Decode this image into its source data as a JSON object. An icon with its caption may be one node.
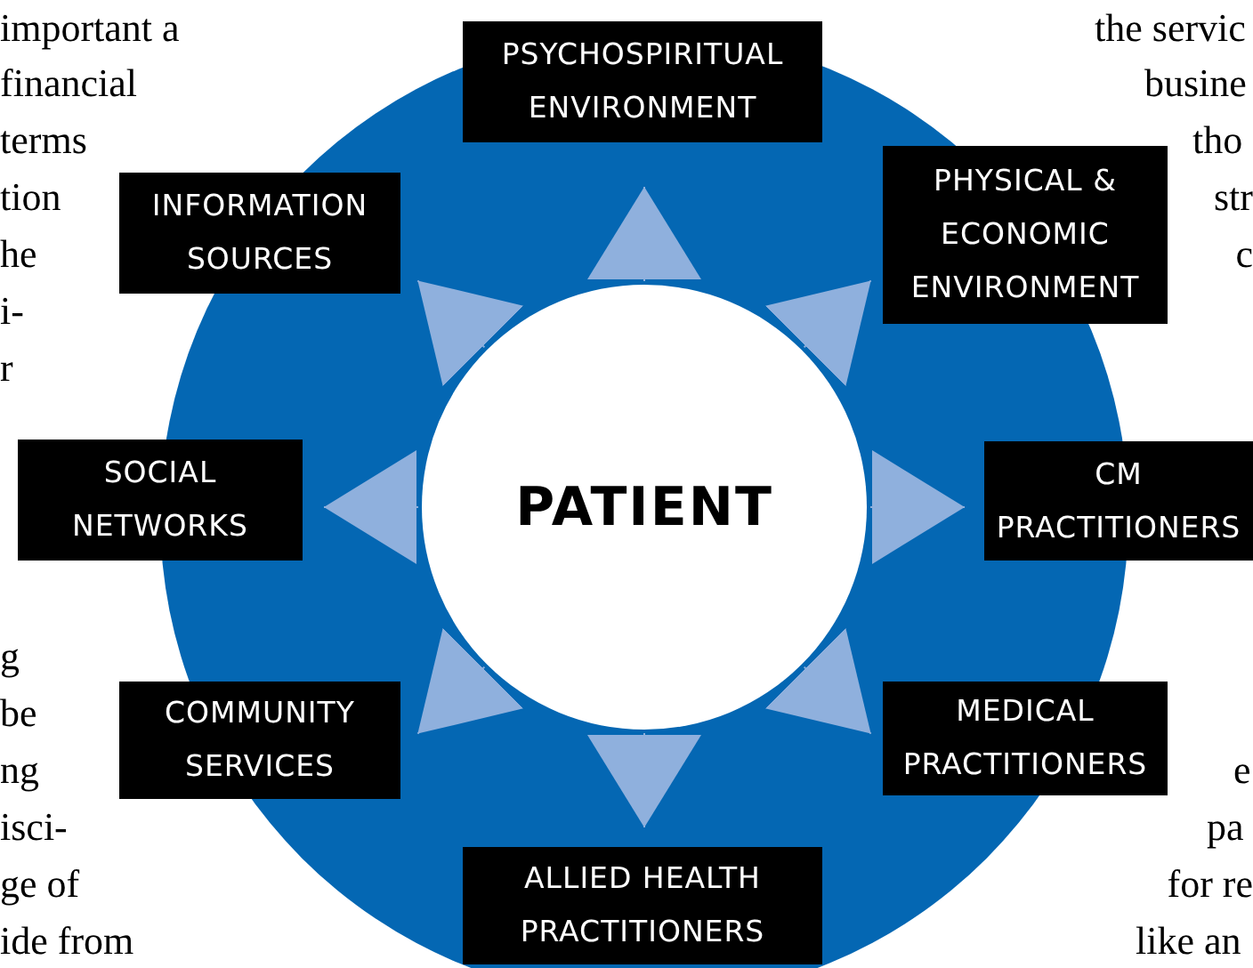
{
  "diagram": {
    "nodes": [
      {
        "text": [
          "PATIENT"
        ]
      },
      {
        "text": [
          "PSYCHOSPIRITUAL ENVIRONMENT"
        ]
      },
      {
        "text": [
          "PHYSICAL & ECONOMIC ENVIRONMENT"
        ]
      },
      {
        "text": [
          "CM PRACTITIONERS"
        ]
      },
      {
        "text": [
          "MEDICAL PRACTITIONERS"
        ]
      },
      {
        "text": [
          "ALLIED HEALTH PRACTITIONERS"
        ]
      },
      {
        "text": [
          "COMMUNITY SERVICES"
        ]
      },
      {
        "text": [
          "SOCIAL NETWORKS"
        ]
      },
      {
        "text": [
          "INFORMATION SOURCES"
        ]
      }
    ],
    "edges": [
      {
        "from": 0,
        "to": 1,
        "arrow": "to"
      },
      {
        "from": 0,
        "to": 2,
        "arrow": "to"
      },
      {
        "from": 0,
        "to": 3,
        "arrow": "to"
      },
      {
        "from": 0,
        "to": 4,
        "arrow": "to"
      },
      {
        "from": 0,
        "to": 5,
        "arrow": "to"
      },
      {
        "from": 0,
        "to": 6,
        "arrow": "to"
      },
      {
        "from": 0,
        "to": 7,
        "arrow": "to"
      },
      {
        "from": 0,
        "to": 8,
        "arrow": "to"
      }
    ],
    "labels": [
      "important a",
      "the servic",
      "financial",
      "busine",
      "terms",
      "tho",
      "tion",
      "str",
      "he",
      "c",
      "i-",
      "r",
      "g",
      "be",
      "ng",
      "e",
      "isci-",
      "pa",
      "ge of",
      "for re",
      "ide from",
      "like an"
    ]
  }
}
